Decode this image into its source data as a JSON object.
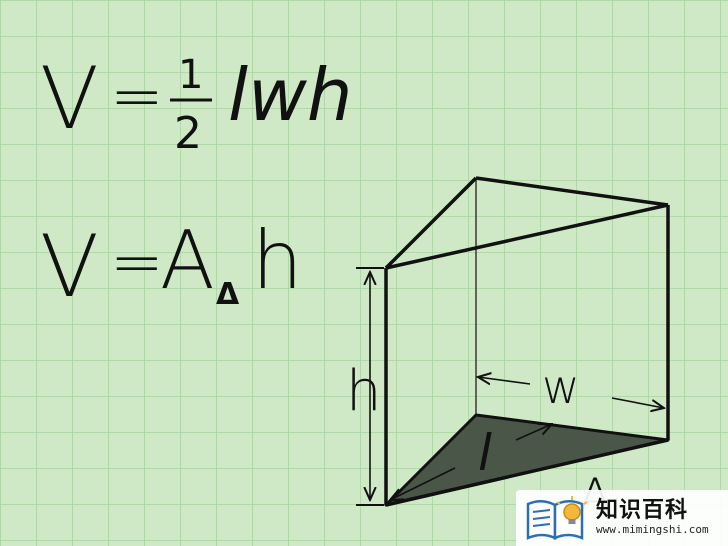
{
  "formulas": {
    "f1": {
      "lhs": "V",
      "eq": "=",
      "num": "1",
      "den": "2",
      "rhs": "lwh"
    },
    "f2": {
      "lhs": "V",
      "eq": "=",
      "main": "A",
      "sub": "Δ",
      "rhs": "h"
    }
  },
  "labels": {
    "height": "h",
    "width": "w",
    "length": "l",
    "area": "A"
  },
  "watermark": {
    "name": "知识百科",
    "url": "www.mimingshi.com"
  },
  "colors": {
    "background": "#cfe9c7",
    "grid": "#a9d39f",
    "ink": "#111111",
    "shaded_face": "#4a5748"
  }
}
